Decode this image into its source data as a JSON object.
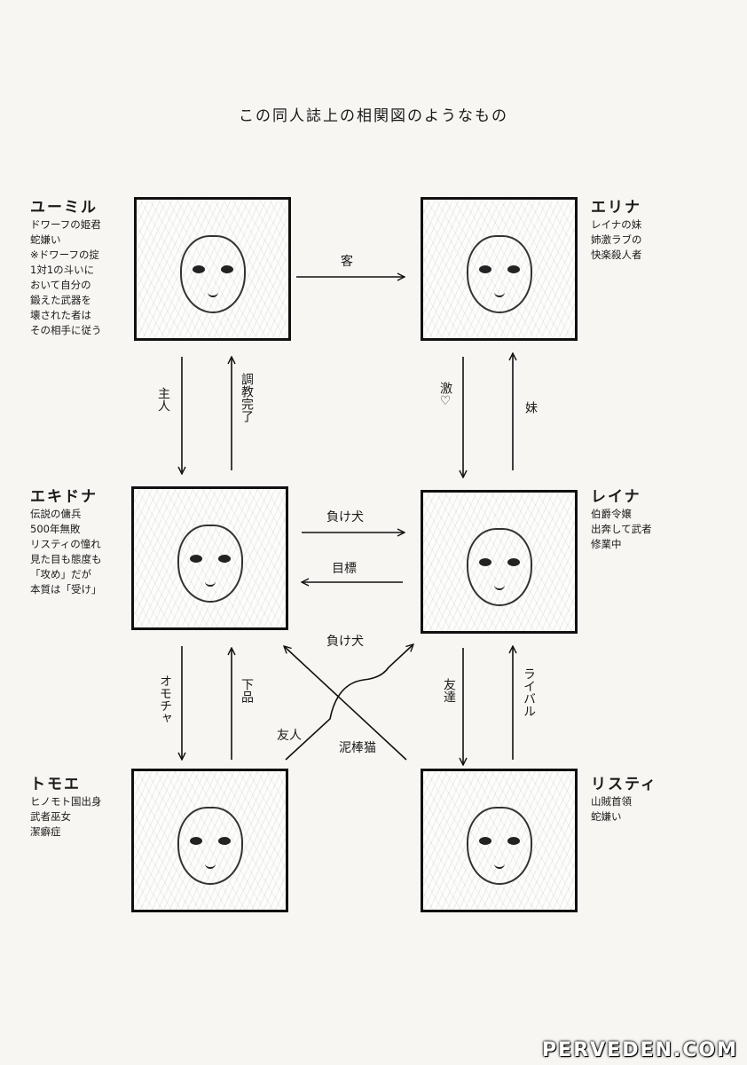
{
  "title": "この同人誌上の相関図のようなもの",
  "characters": {
    "yumiru": {
      "name": "ユーミル",
      "lines": [
        "ドワーフの姫君",
        "蛇嫌い",
        "※ドワーフの掟",
        "1対1の斗いに",
        "おいて自分の",
        "鍛えた武器を",
        "壊された者は",
        "その相手に従う"
      ]
    },
    "erina": {
      "name": "エリナ",
      "lines": [
        "レイナの妹",
        "姉激ラブの",
        "快楽殺人者"
      ]
    },
    "echidna": {
      "name": "エキドナ",
      "lines": [
        "伝説の傭兵",
        "500年無敗",
        "リスティの憧れ",
        "見た目も態度も",
        "「攻め」だが",
        "本質は「受け」"
      ]
    },
    "reina": {
      "name": "レイナ",
      "lines": [
        "伯爵令嬢",
        "出奔して武者",
        "修業中"
      ]
    },
    "tomoe": {
      "name": "トモエ",
      "lines": [
        "ヒノモト国出身",
        "武者巫女",
        "潔癖症"
      ]
    },
    "risty": {
      "name": "リスティ",
      "lines": [
        "山賊首領",
        "蛇嫌い"
      ]
    }
  },
  "relations": {
    "yumiru_to_erina": "客",
    "yumiru_to_echidna": "主人",
    "echidna_to_yumiru": "調教完了",
    "reina_to_erina": "妹",
    "erina_to_reina": "激♡",
    "echidna_to_reina": "負け犬",
    "reina_to_echidna": "目標",
    "echidna_to_tomoe": "オモチャ",
    "tomoe_to_echidna": "下品",
    "reina_to_risty": "友達",
    "risty_to_reina": "ライバル",
    "risty_to_echidna": "負け犬",
    "tomoe_to_reina": "友人",
    "echidna_to_risty": "泥棒猫"
  },
  "watermark": "PERVEDEN.COM"
}
